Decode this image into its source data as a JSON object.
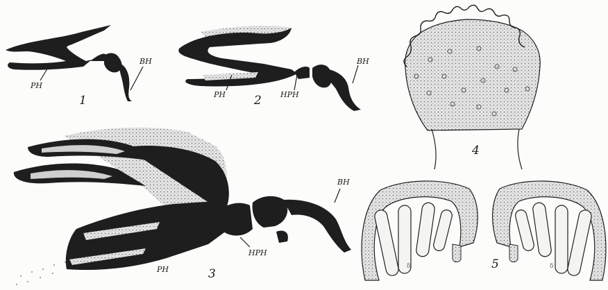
{
  "figure": {
    "fig1": {
      "number": "1",
      "labels": {
        "ph": "PH",
        "bh": "BH"
      }
    },
    "fig2": {
      "number": "2",
      "labels": {
        "ph": "PH",
        "hph": "HPH",
        "bh": "BH"
      }
    },
    "fig3": {
      "number": "3",
      "labels": {
        "ph": "PH",
        "hph": "HPH",
        "bh": "BH"
      }
    },
    "fig4": {
      "number": "4"
    },
    "fig5": {
      "number": "5",
      "marks": {
        "left": "δ",
        "right": "δ"
      }
    }
  },
  "colors": {
    "ink": "#1e1e1e",
    "paper": "#fcfcfa",
    "stipple": "#cfcfcf"
  }
}
